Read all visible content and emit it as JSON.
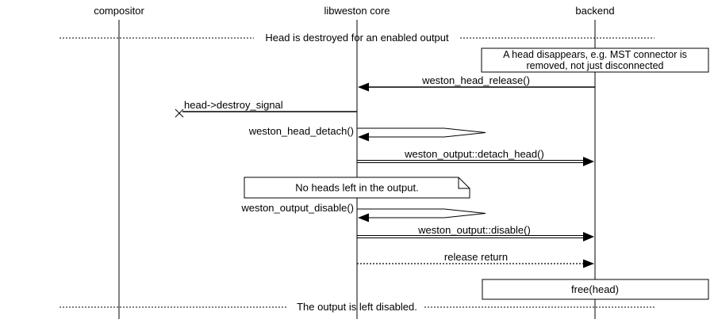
{
  "diagram": {
    "kind": "sequence-diagram",
    "colors": {
      "foreground": "#000000",
      "background": "#ffffff"
    },
    "actors": {
      "compositor": "compositor",
      "libweston_core": "libweston core",
      "backend": "backend"
    },
    "dividers": {
      "top": "Head is destroyed for an enabled output",
      "bottom": "The output is left disabled."
    },
    "notes": {
      "head_disappears_line1": "A head disappears, e.g. MST connector is",
      "head_disappears_line2": "removed, not just disconnected",
      "no_heads_left": "No heads left in the output.",
      "free_head": "free(head)"
    },
    "messages": {
      "head_release": "weston_head_release()",
      "destroy_signal": "head->destroy_signal",
      "head_detach": "weston_head_detach()",
      "detach_head": "weston_output::detach_head()",
      "output_disable": "weston_output_disable()",
      "disable": "weston_output::disable()",
      "release_return": "release return"
    }
  }
}
